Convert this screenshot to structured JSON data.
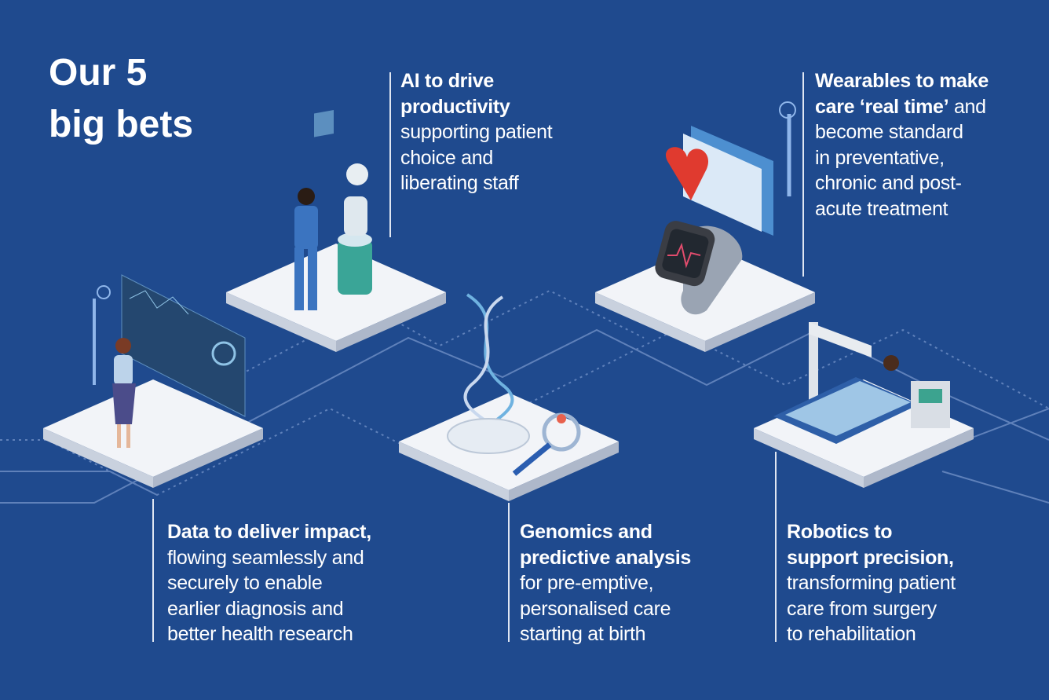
{
  "title": {
    "line1": "Our 5",
    "line2": "big bets"
  },
  "bets": [
    {
      "id": "ai",
      "bold": [
        "AI to drive",
        "productivity"
      ],
      "normal": [
        "supporting patient",
        "choice and",
        "liberating staff"
      ]
    },
    {
      "id": "wearables",
      "bold": [
        "Wearables to make",
        "care ‘real time’"
      ],
      "bold_tail": " and",
      "normal": [
        "become standard",
        "in preventative,",
        "chronic and post-",
        "acute treatment"
      ]
    },
    {
      "id": "data",
      "bold": [
        "Data to deliver impact,"
      ],
      "normal": [
        "flowing seamlessly and",
        "securely to enable",
        "earlier diagnosis and",
        "better health research"
      ]
    },
    {
      "id": "genomics",
      "bold": [
        "Genomics and",
        "predictive analysis"
      ],
      "normal": [
        "for pre-emptive,",
        "personalised care",
        "starting at birth"
      ]
    },
    {
      "id": "robotics",
      "bold": [
        "Robotics to",
        "support precision,"
      ],
      "normal": [
        "transforming patient",
        "care from surgery",
        "to rehabilitation"
      ]
    }
  ],
  "colors": {
    "background": "#1f4a8e",
    "platform": "#f2f4f8",
    "accent": "#e03a2f"
  }
}
